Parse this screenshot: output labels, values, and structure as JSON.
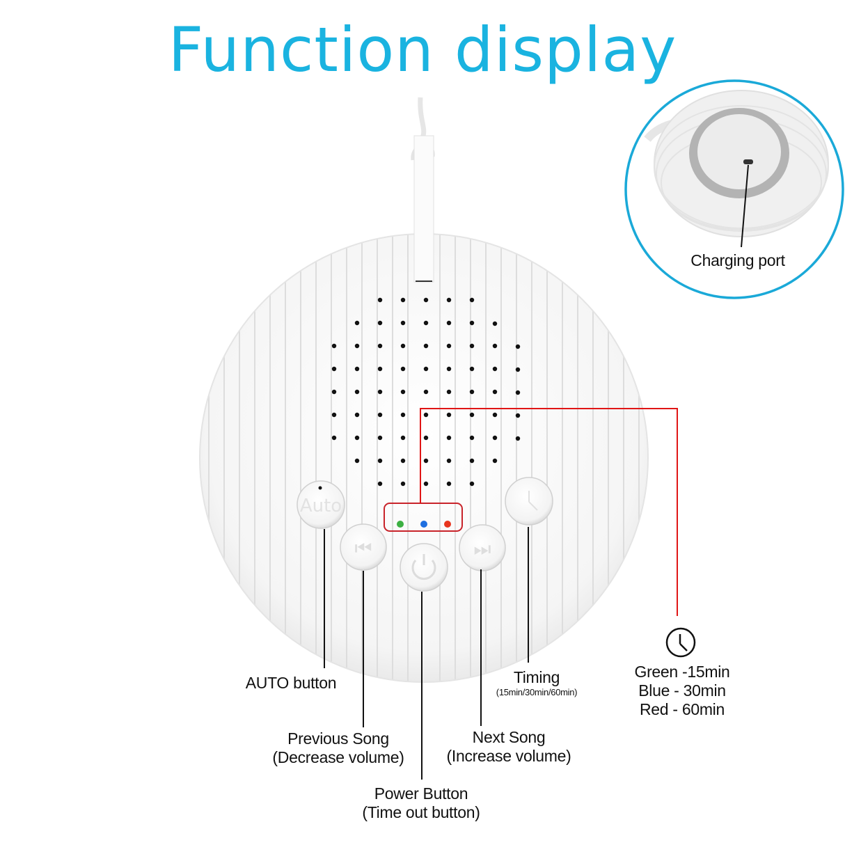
{
  "title": "Function display",
  "colors": {
    "title": "#1ab3e0",
    "inset_border": "#1aa9d8",
    "callout_red": "#e01515",
    "led_green": "#3cb043",
    "led_blue": "#1e6fe0",
    "led_red": "#e8351e",
    "body": "#f4f4f4",
    "rib": "#dcdcdc"
  },
  "inset": {
    "label": "Charging port"
  },
  "buttons": [
    {
      "id": "auto",
      "icon": "auto-text-icon",
      "glyph": "Auto",
      "label": "AUTO button"
    },
    {
      "id": "previous",
      "icon": "previous-track-icon",
      "glyph": "⏮",
      "label_line1": "Previous Song",
      "label_line2": "(Decrease volume)"
    },
    {
      "id": "power",
      "icon": "power-icon",
      "glyph": "⏻",
      "label_line1": "Power Button",
      "label_line2": "(Time out button)"
    },
    {
      "id": "next",
      "icon": "next-track-icon",
      "glyph": "⏭",
      "label_line1": "Next Song",
      "label_line2": "(Increase volume)"
    },
    {
      "id": "timing",
      "icon": "clock-icon",
      "glyph": "◷",
      "label_line1": "Timing",
      "label_line2": "(15min/30min/60min)"
    }
  ],
  "leds": [
    {
      "color": "green"
    },
    {
      "color": "blue"
    },
    {
      "color": "red"
    }
  ],
  "timer_legend": {
    "icon": "clock-icon",
    "lines": [
      "Green -15min",
      "Blue - 30min",
      "Red - 60min"
    ]
  }
}
